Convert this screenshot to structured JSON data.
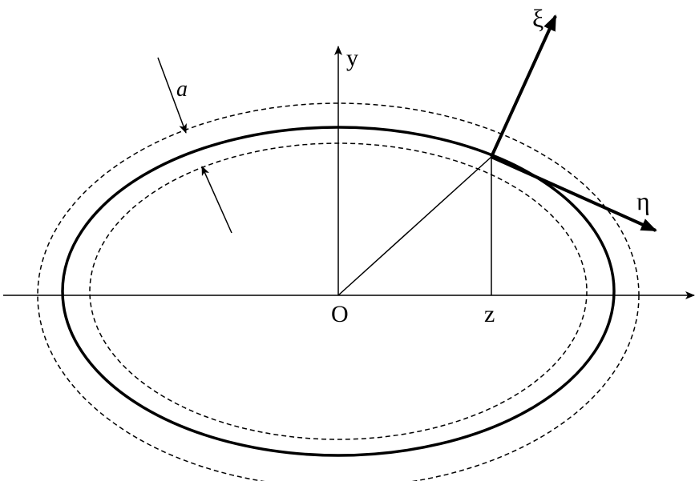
{
  "labels": {
    "y_axis": "y",
    "origin": "O",
    "z_point": "z",
    "xi_axis": "ξ",
    "eta_axis": "η",
    "thickness": "a"
  },
  "colors": {
    "stroke": "#000000",
    "background": "#ffffff"
  }
}
